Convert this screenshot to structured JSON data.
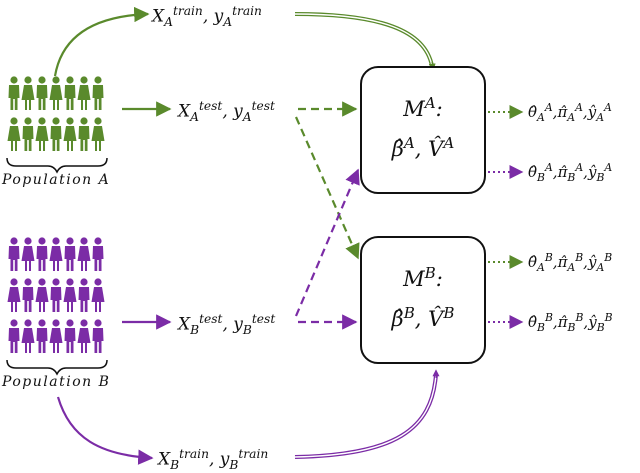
{
  "colors": {
    "group_a": "#5a8a2c",
    "group_b": "#7b2ca6",
    "ink": "#111111"
  },
  "population_a": {
    "label": "Population A",
    "figure_rows": 2,
    "figure_cols": 7,
    "icon": "person-icon"
  },
  "population_b": {
    "label": "Population B",
    "figure_rows": 3,
    "figure_cols": 7,
    "icon": "person-icon"
  },
  "data_nodes": {
    "a_train": {
      "x": "X",
      "x_sub": "A",
      "x_sup": "train",
      "y": "y",
      "y_sub": "A",
      "y_sup": "train",
      "sep": ", "
    },
    "a_test": {
      "x": "X",
      "x_sub": "A",
      "x_sup": "test",
      "y": "y",
      "y_sub": "A",
      "y_sup": "test",
      "sep": ", "
    },
    "b_test": {
      "x": "X",
      "x_sub": "B",
      "x_sup": "test",
      "y": "y",
      "y_sub": "B",
      "y_sup": "test",
      "sep": ", "
    },
    "b_train": {
      "x": "X",
      "x_sub": "B",
      "x_sup": "train",
      "y": "y",
      "y_sub": "B",
      "y_sup": "train",
      "sep": ", "
    }
  },
  "models": {
    "a": {
      "line1": "M",
      "line1_sup": "A",
      "colon": ":",
      "beta": "β̂",
      "beta_sup": "A",
      "comma": ", ",
      "v": "V̂",
      "v_sup": "A"
    },
    "b": {
      "line1": "M",
      "line1_sup": "B",
      "colon": ":",
      "beta": "β̂",
      "beta_sup": "B",
      "comma": ", ",
      "v": "V̂",
      "v_sup": "B"
    }
  },
  "outputs": {
    "a_on_a": {
      "theta": "θ̂",
      "theta_sub": "A",
      "theta_sup": "A",
      "pi": "π̂",
      "pi_sub": "A",
      "pi_sup": "A",
      "y": "ŷ",
      "y_sub": "A",
      "y_sup": "A",
      "sep": ","
    },
    "a_on_b": {
      "theta": "θ̂",
      "theta_sub": "B",
      "theta_sup": "A",
      "pi": "π̂",
      "pi_sub": "B",
      "pi_sup": "A",
      "y": "ŷ",
      "y_sub": "B",
      "y_sup": "A",
      "sep": ","
    },
    "b_on_a": {
      "theta": "θ̂",
      "theta_sub": "A",
      "theta_sup": "B",
      "pi": "π̂",
      "pi_sub": "A",
      "pi_sup": "B",
      "y": "ŷ",
      "y_sub": "A",
      "y_sup": "B",
      "sep": ","
    },
    "b_on_b": {
      "theta": "θ̂",
      "theta_sub": "B",
      "theta_sup": "B",
      "pi": "π̂",
      "pi_sub": "B",
      "pi_sup": "B",
      "y": "ŷ",
      "y_sub": "B",
      "y_sup": "B",
      "sep": ","
    }
  }
}
